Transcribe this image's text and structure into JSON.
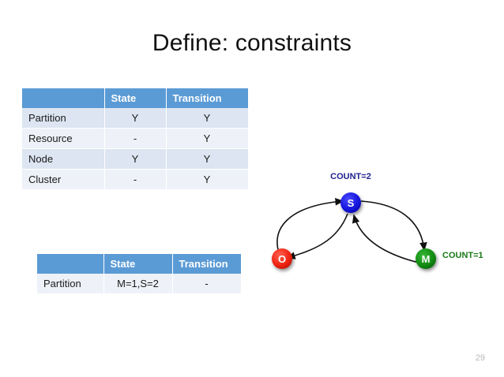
{
  "slide": {
    "title": "Define: constraints",
    "page_number": "29"
  },
  "table_top": {
    "headers": [
      "",
      "State",
      "Transition"
    ],
    "rows": [
      {
        "label": "Partition",
        "state": "Y",
        "transition": "Y"
      },
      {
        "label": "Resource",
        "state": "-",
        "transition": "Y"
      },
      {
        "label": "Node",
        "state": "Y",
        "transition": "Y"
      },
      {
        "label": "Cluster",
        "state": "-",
        "transition": "Y"
      }
    ]
  },
  "table_bottom": {
    "headers": [
      "",
      "State",
      "Transition"
    ],
    "rows": [
      {
        "label": "Partition",
        "state": "M=1,S=2",
        "transition": "-"
      }
    ]
  },
  "diagram": {
    "nodes": [
      {
        "id": "S",
        "label": "S",
        "color": "#1414dc"
      },
      {
        "id": "O",
        "label": "O",
        "color": "#ee2211"
      },
      {
        "id": "M",
        "label": "M",
        "color": "#128a12"
      }
    ],
    "annotations": [
      {
        "name": "count-s",
        "text": "COUNT=2",
        "color": "#1f1f8f"
      },
      {
        "name": "count-m",
        "text": "COUNT=1",
        "color": "#1a7a1a"
      }
    ],
    "edges": [
      {
        "from": "O",
        "to": "S"
      },
      {
        "from": "S",
        "to": "O"
      },
      {
        "from": "S",
        "to": "M"
      },
      {
        "from": "M",
        "to": "S"
      }
    ]
  },
  "colors": {
    "header_blue": "#5b9bd5",
    "row_dark": "#dce5f1",
    "row_light": "#eef2f8"
  }
}
